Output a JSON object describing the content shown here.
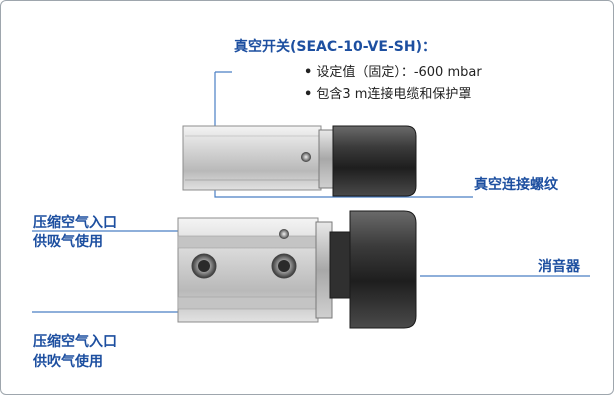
{
  "switch_title": "真空开关(SEAC-10-VE-SH)：",
  "specs": [
    "设定值（固定）：-600 mbar",
    "包含3 m连接电缆和保护罩"
  ],
  "labels": {
    "vacuum_port": "真空连接螺纹",
    "air_inlet_suction": [
      "压缩空气入口",
      "供吸气使用"
    ],
    "silencer": "消音器",
    "air_inlet_blow": [
      "压缩空气入口",
      "供吹气使用"
    ]
  },
  "colors": {
    "label_blue": "#1d4fa0",
    "leader_line": "#4a7fc4"
  }
}
